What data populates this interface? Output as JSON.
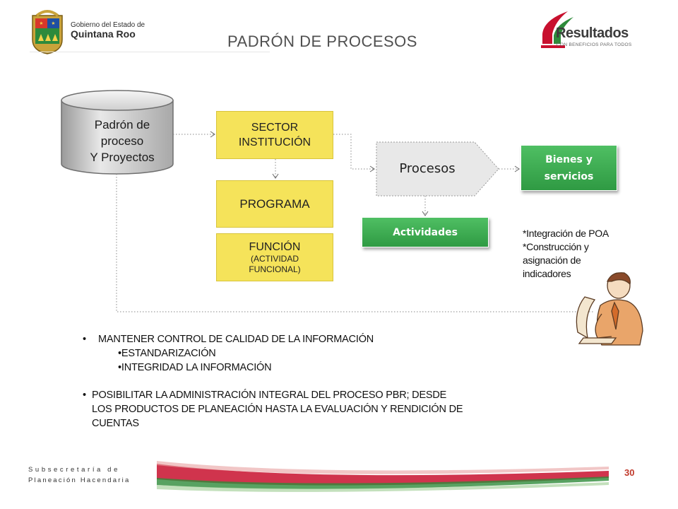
{
  "header": {
    "title": "PADRÓN DE PROCESOS",
    "gov_logo": {
      "line1": "Gobierno del Estado de",
      "line2": "Quintana Roo"
    },
    "brand_logo": {
      "name": "Resultados",
      "tagline": "CON BENEFICIOS PARA TODOS"
    }
  },
  "diagram": {
    "database": {
      "lines": [
        "Padrón de",
        "proceso",
        "Y Proyectos"
      ]
    },
    "sector": {
      "lines": [
        "SECTOR",
        "INSTITUCIÓN"
      ]
    },
    "programa": "PROGRAMA",
    "funcion": {
      "line1": "FUNCIÓN",
      "line2": "(ACTIVIDAD",
      "line3": "FUNCIONAL)"
    },
    "procesos": "Procesos",
    "bienes": {
      "lines": [
        "Bienes y",
        "servicios"
      ]
    },
    "actividades": "Actividades",
    "notes": [
      "*Integración de POA",
      "*Construcción y",
      "asignación de",
      "indicadores"
    ]
  },
  "bullets": {
    "b1": "MANTENER CONTROL DE CALIDAD DE LA INFORMACIÓN",
    "b1_sub": [
      "•ESTANDARIZACIÓN",
      "•INTEGRIDAD LA INFORMACIÓN"
    ],
    "b2_line1": "POSIBILITAR LA ADMINISTRACIÓN INTEGRAL DEL PROCESO  PBR; DESDE",
    "b2_line2": "LOS PRODUCTOS DE PLANEACIÓN HASTA LA EVALUACIÓN Y RENDICIÓN DE",
    "b2_line3": "CUENTAS"
  },
  "footer": {
    "org_line1": "Subsecretaría de",
    "org_line2": "Planeación Hacendaria",
    "page_number": "30"
  },
  "colors": {
    "yellow_box": "#f5e35a",
    "green_button": "#3aa84f",
    "brand_red": "#c8102e",
    "brand_green": "#2e8b3a"
  }
}
